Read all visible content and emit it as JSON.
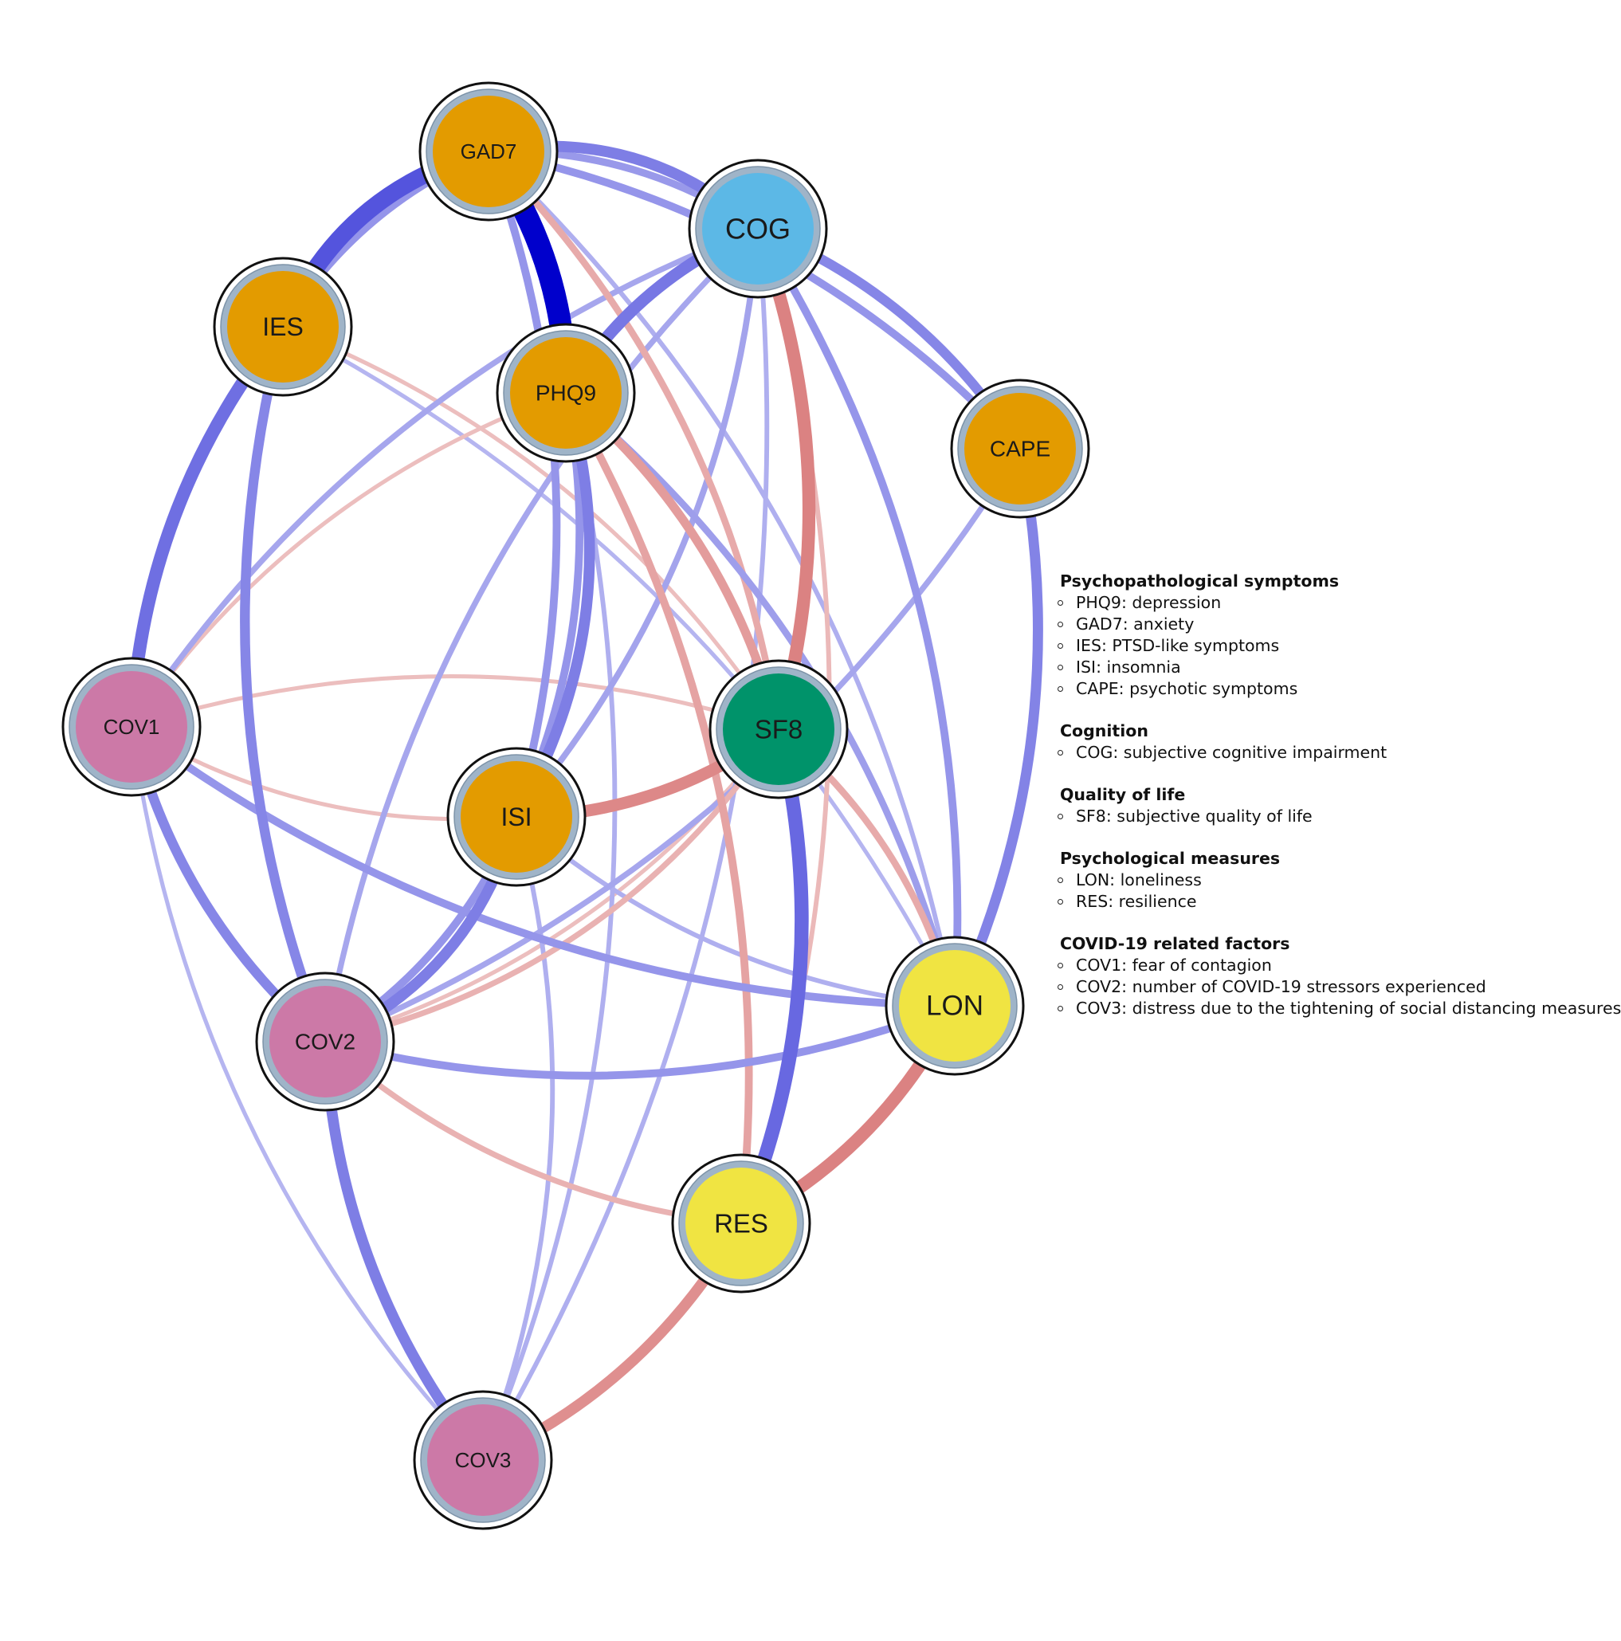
{
  "colors": {
    "positive_edge": "#3333d6",
    "negative_edge": "#cc4d4d",
    "orange": "#e39b00",
    "blue": "#5cb8e6",
    "green": "#00936a",
    "yellow": "#f0e442",
    "pink": "#cc79a7",
    "pie_ring": "#9fb4c8"
  },
  "nodes": [
    {
      "id": "GAD7",
      "label": "GAD7",
      "group": "orange"
    },
    {
      "id": "COG",
      "label": "COG",
      "group": "blue"
    },
    {
      "id": "IES",
      "label": "IES",
      "group": "orange"
    },
    {
      "id": "PHQ9",
      "label": "PHQ9",
      "group": "orange"
    },
    {
      "id": "CAPE",
      "label": "CAPE",
      "group": "orange"
    },
    {
      "id": "COV1",
      "label": "COV1",
      "group": "pink"
    },
    {
      "id": "SF8",
      "label": "SF8",
      "group": "green"
    },
    {
      "id": "ISI",
      "label": "ISI",
      "group": "orange"
    },
    {
      "id": "LON",
      "label": "LON",
      "group": "yellow"
    },
    {
      "id": "COV2",
      "label": "COV2",
      "group": "pink"
    },
    {
      "id": "RES",
      "label": "RES",
      "group": "yellow"
    },
    {
      "id": "COV3",
      "label": "COV3",
      "group": "pink"
    }
  ],
  "edges": [
    {
      "from": "GAD7",
      "to": "PHQ9",
      "sign": "positive",
      "weight": 1.0
    },
    {
      "from": "GAD7",
      "to": "IES",
      "sign": "positive",
      "weight": 0.75
    },
    {
      "from": "GAD7",
      "to": "IES",
      "sign": "positive",
      "weight": 0.3
    },
    {
      "from": "GAD7",
      "to": "COG",
      "sign": "positive",
      "weight": 0.45
    },
    {
      "from": "GAD7",
      "to": "COG",
      "sign": "positive",
      "weight": 0.28
    },
    {
      "from": "GAD7",
      "to": "CAPE",
      "sign": "positive",
      "weight": 0.3
    },
    {
      "from": "GAD7",
      "to": "ISI",
      "sign": "positive",
      "weight": 0.3
    },
    {
      "from": "GAD7",
      "to": "SF8",
      "sign": "negative",
      "weight": 0.25
    },
    {
      "from": "GAD7",
      "to": "LON",
      "sign": "positive",
      "weight": 0.15
    },
    {
      "from": "COG",
      "to": "PHQ9",
      "sign": "positive",
      "weight": 0.5
    },
    {
      "from": "COG",
      "to": "CAPE",
      "sign": "positive",
      "weight": 0.4
    },
    {
      "from": "COG",
      "to": "SF8",
      "sign": "negative",
      "weight": 0.55
    },
    {
      "from": "COG",
      "to": "ISI",
      "sign": "positive",
      "weight": 0.22
    },
    {
      "from": "COG",
      "to": "LON",
      "sign": "positive",
      "weight": 0.3
    },
    {
      "from": "COG",
      "to": "COV1",
      "sign": "positive",
      "weight": 0.2
    },
    {
      "from": "COG",
      "to": "RES",
      "sign": "negative",
      "weight": 0.15
    },
    {
      "from": "COG",
      "to": "COV2",
      "sign": "positive",
      "weight": 0.2
    },
    {
      "from": "COG",
      "to": "COV3",
      "sign": "positive",
      "weight": 0.15
    },
    {
      "from": "IES",
      "to": "COV1",
      "sign": "positive",
      "weight": 0.55
    },
    {
      "from": "IES",
      "to": "COV2",
      "sign": "positive",
      "weight": 0.4
    },
    {
      "from": "IES",
      "to": "SF8",
      "sign": "negative",
      "weight": 0.12
    },
    {
      "from": "IES",
      "to": "LON",
      "sign": "positive",
      "weight": 0.12
    },
    {
      "from": "PHQ9",
      "to": "ISI",
      "sign": "positive",
      "weight": 0.45
    },
    {
      "from": "PHQ9",
      "to": "ISI",
      "sign": "positive",
      "weight": 0.3
    },
    {
      "from": "PHQ9",
      "to": "SF8",
      "sign": "negative",
      "weight": 0.35
    },
    {
      "from": "PHQ9",
      "to": "RES",
      "sign": "negative",
      "weight": 0.3
    },
    {
      "from": "PHQ9",
      "to": "LON",
      "sign": "positive",
      "weight": 0.25
    },
    {
      "from": "PHQ9",
      "to": "COV1",
      "sign": "negative",
      "weight": 0.12
    },
    {
      "from": "PHQ9",
      "to": "COV3",
      "sign": "positive",
      "weight": 0.15
    },
    {
      "from": "CAPE",
      "to": "LON",
      "sign": "positive",
      "weight": 0.42
    },
    {
      "from": "CAPE",
      "to": "COV2",
      "sign": "positive",
      "weight": 0.2
    },
    {
      "from": "COV1",
      "to": "COV2",
      "sign": "positive",
      "weight": 0.4
    },
    {
      "from": "COV1",
      "to": "LON",
      "sign": "positive",
      "weight": 0.3
    },
    {
      "from": "COV1",
      "to": "ISI",
      "sign": "negative",
      "weight": 0.12
    },
    {
      "from": "COV1",
      "to": "SF8",
      "sign": "negative",
      "weight": 0.12
    },
    {
      "from": "COV1",
      "to": "COV3",
      "sign": "positive",
      "weight": 0.12
    },
    {
      "from": "SF8",
      "to": "ISI",
      "sign": "negative",
      "weight": 0.5
    },
    {
      "from": "SF8",
      "to": "RES",
      "sign": "positive",
      "weight": 0.6
    },
    {
      "from": "SF8",
      "to": "LON",
      "sign": "negative",
      "weight": 0.25
    },
    {
      "from": "SF8",
      "to": "COV2",
      "sign": "negative",
      "weight": 0.2
    },
    {
      "from": "ISI",
      "to": "COV2",
      "sign": "positive",
      "weight": 0.45
    },
    {
      "from": "ISI",
      "to": "COV2",
      "sign": "positive",
      "weight": 0.3
    },
    {
      "from": "ISI",
      "to": "LON",
      "sign": "positive",
      "weight": 0.15
    },
    {
      "from": "ISI",
      "to": "COV3",
      "sign": "positive",
      "weight": 0.15
    },
    {
      "from": "LON",
      "to": "RES",
      "sign": "negative",
      "weight": 0.55
    },
    {
      "from": "LON",
      "to": "COV2",
      "sign": "positive",
      "weight": 0.3
    },
    {
      "from": "COV2",
      "to": "COV3",
      "sign": "positive",
      "weight": 0.45
    },
    {
      "from": "COV2",
      "to": "RES",
      "sign": "negative",
      "weight": 0.2
    },
    {
      "from": "COV2",
      "to": "SF8",
      "sign": "negative",
      "weight": 0.12
    },
    {
      "from": "RES",
      "to": "COV3",
      "sign": "negative",
      "weight": 0.45
    }
  ],
  "legend": [
    {
      "title": "Psychopathological symptoms",
      "items": [
        "PHQ9: depression",
        "GAD7: anxiety",
        "IES: PTSD-like symptoms",
        "ISI: insomnia",
        "CAPE: psychotic symptoms"
      ]
    },
    {
      "title": "Cognition",
      "items": [
        "COG: subjective cognitive impairment"
      ]
    },
    {
      "title": "Quality of life",
      "items": [
        "SF8: subjective quality of life"
      ]
    },
    {
      "title": "Psychological measures",
      "items": [
        "LON: loneliness",
        "RES: resilience"
      ]
    },
    {
      "title": "COVID-19 related factors",
      "items": [
        "COV1: fear of contagion",
        "COV2: number of COVID-19 stressors experienced",
        "COV3: distress due to the tightening of social distancing measures"
      ]
    }
  ]
}
